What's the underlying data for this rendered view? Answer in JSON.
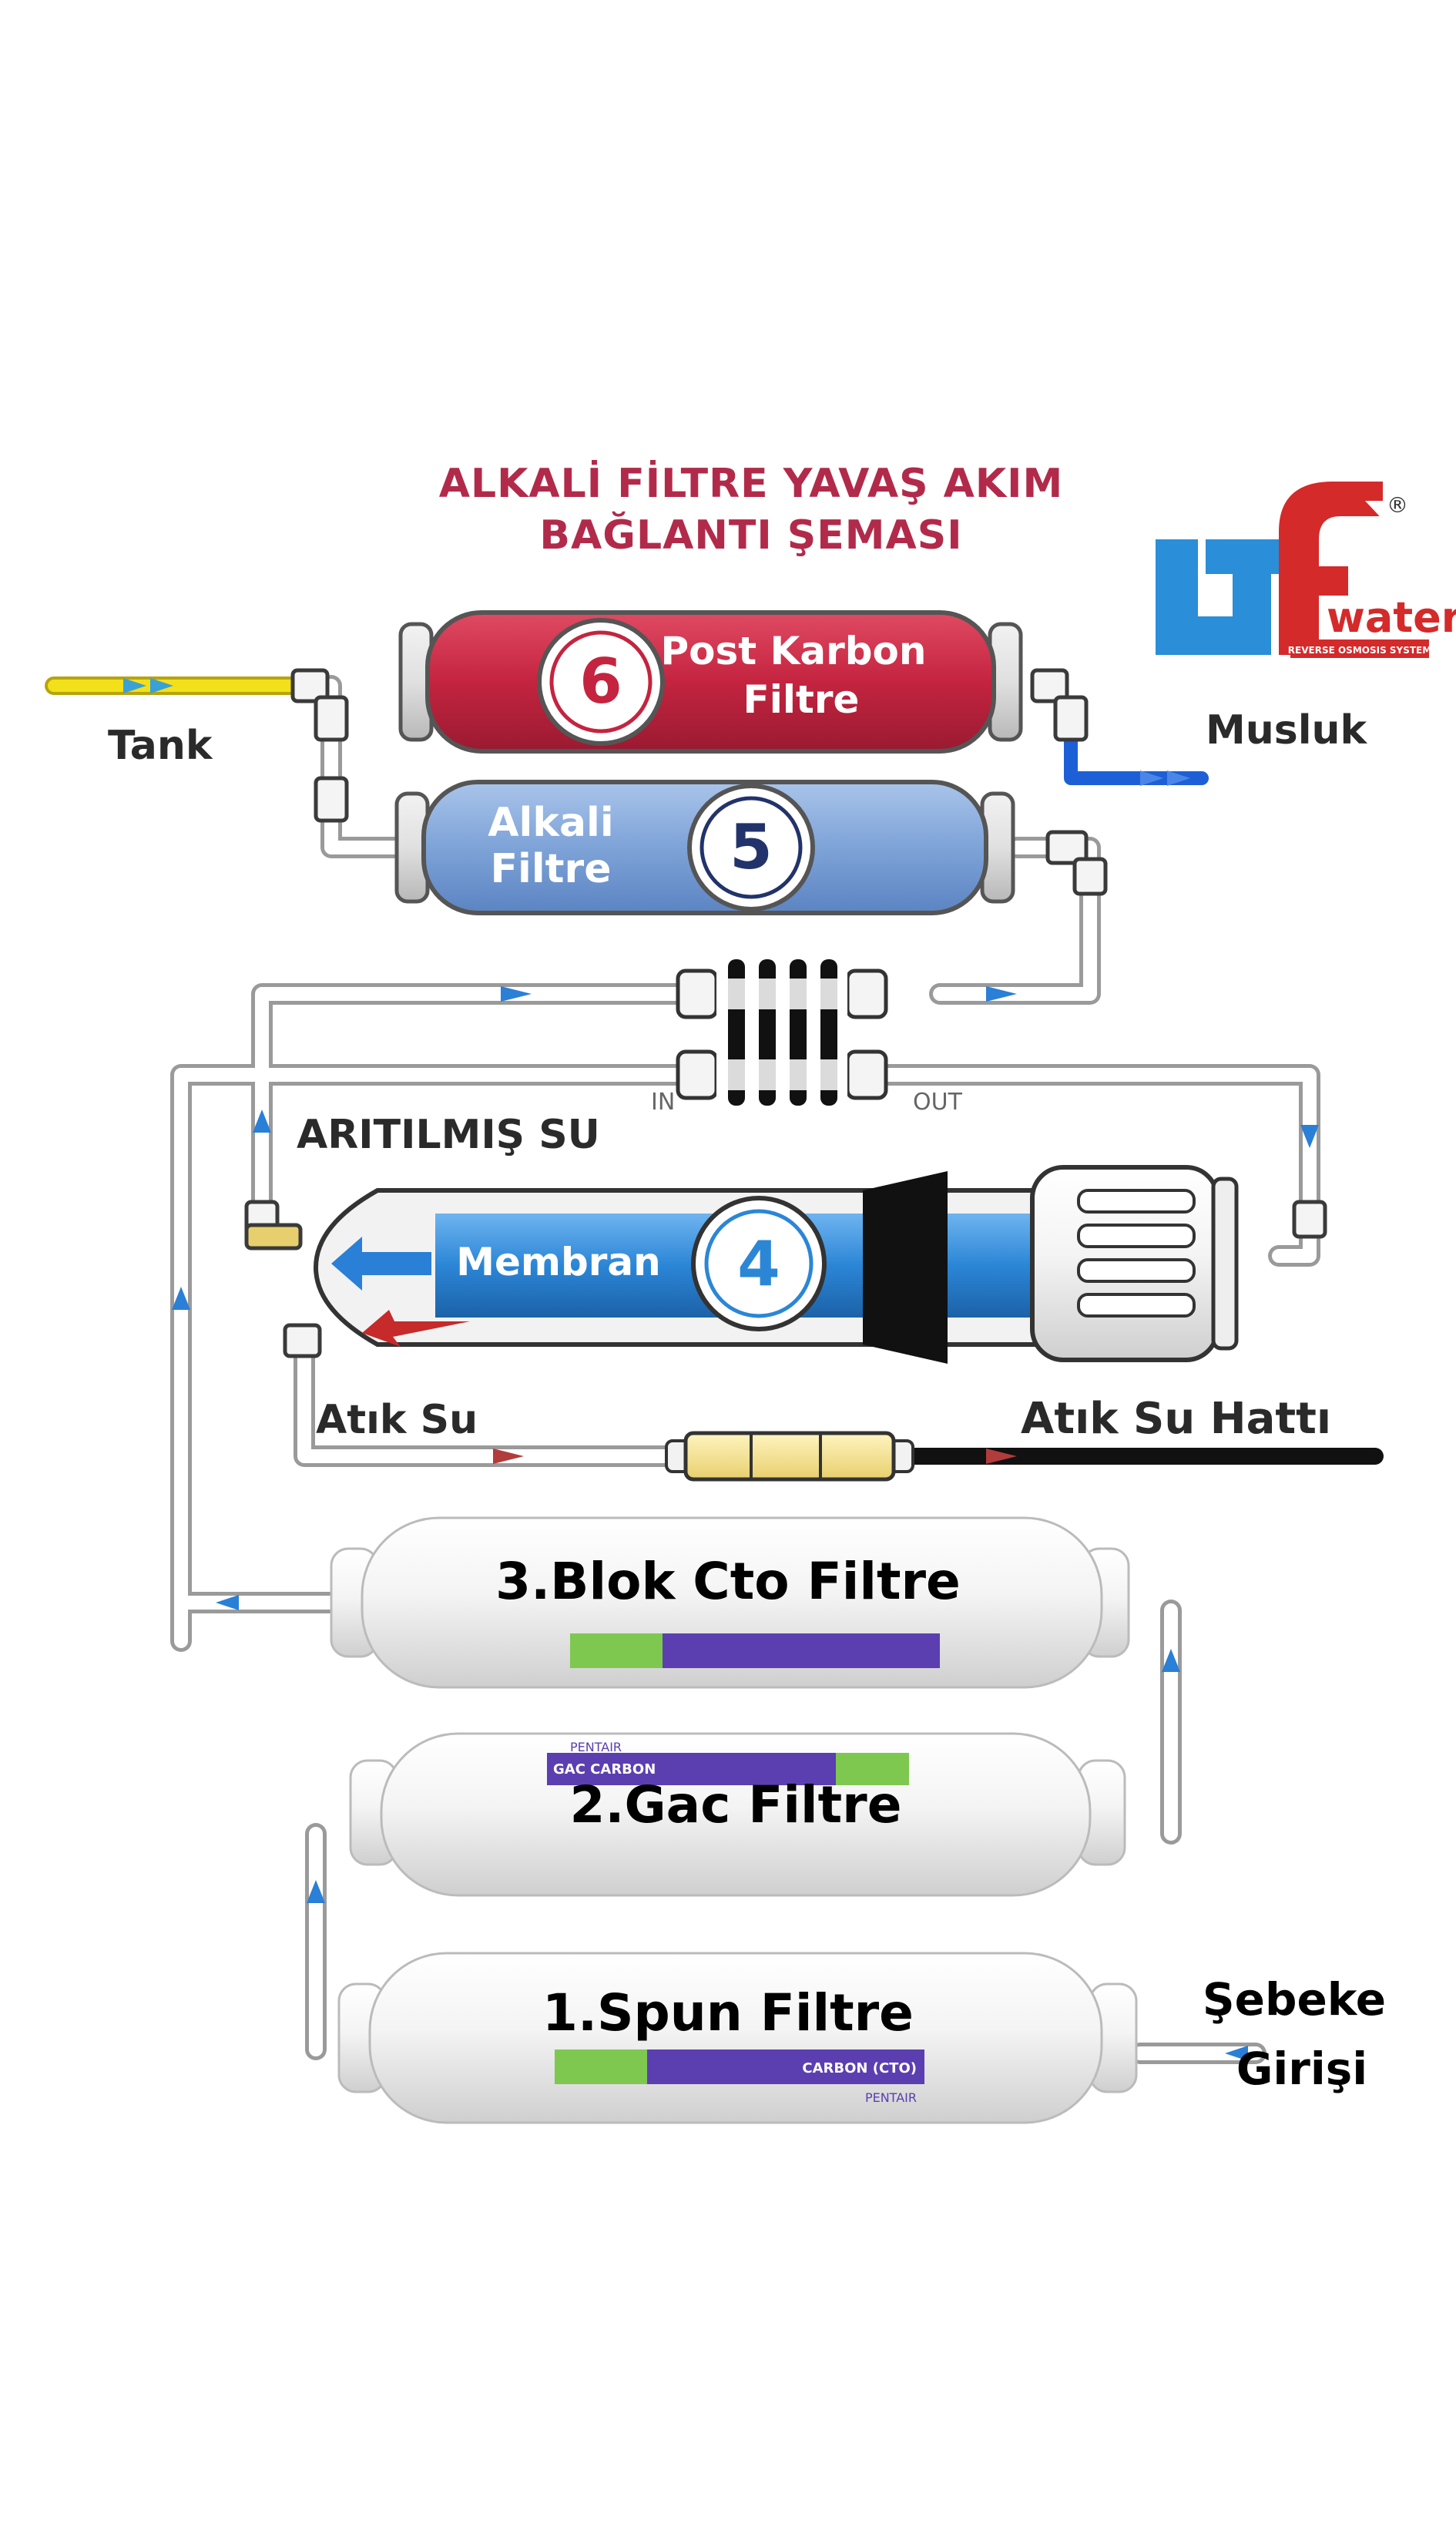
{
  "title": {
    "line1": "ALKALİ FİLTRE YAVAŞ AKIM",
    "line2": "BAĞLANTI ŞEMASI"
  },
  "logo": {
    "letters": "LT",
    "word": "water",
    "tagline": "REVERSE OSMOSIS SYSTEM",
    "registered": "®"
  },
  "labels": {
    "tank": "Tank",
    "musluk": "Musluk",
    "aritilmis_su": "ARITILMIŞ SU",
    "atik_su": "Atık Su",
    "atik_su_hatti": "Atık Su Hattı",
    "in": "IN",
    "out": "OUT",
    "sebeke_line1": "Şebeke",
    "sebeke_line2": "Girişi"
  },
  "filters": [
    {
      "number": "6",
      "line1": "Post Karbon",
      "line2": "Filtre",
      "color": "#c4243f"
    },
    {
      "number": "5",
      "line1": "Alkali",
      "line2": "Filtre",
      "color": "#7ea3d8"
    },
    {
      "number": "4",
      "line1": "Membran",
      "line2": "",
      "color": "#2b86d6"
    },
    {
      "number": "3",
      "line1": "3.Blok Cto Filtre"
    },
    {
      "number": "2",
      "line1": "2.Gac Filtre",
      "brand": "PENTAIR",
      "product": "GAC CARBON"
    },
    {
      "number": "1",
      "line1": "1.Spun Filtre",
      "brand": "PENTAIR",
      "product": "CARBON (CTO)"
    }
  ],
  "colors": {
    "title": "#b22a4a",
    "tank_line": "#f2e01a",
    "musluk_line": "#1d5fd6",
    "waste_line": "#111111",
    "arrow": "#2a7fd6",
    "red_arrow": "#b23b3b"
  }
}
